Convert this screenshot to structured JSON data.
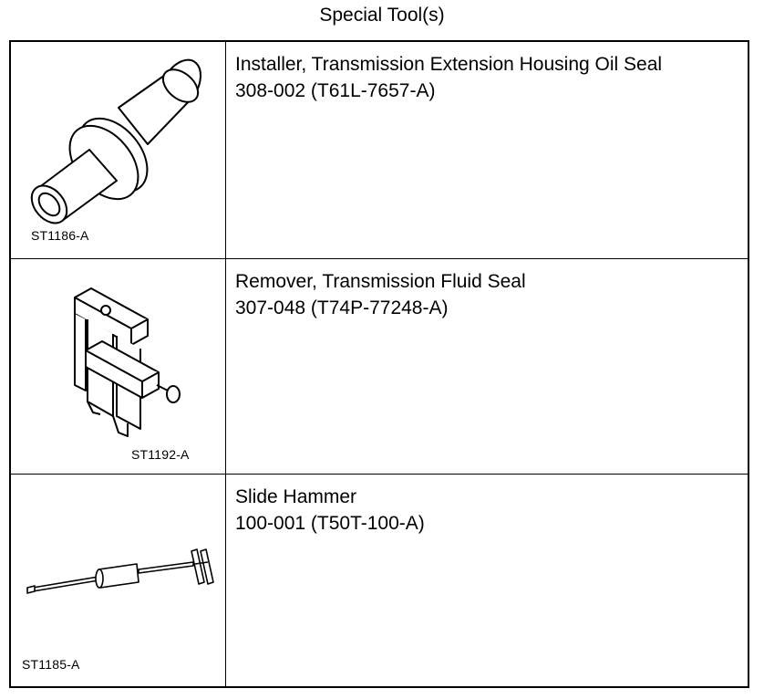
{
  "title": "Special Tool(s)",
  "tools": [
    {
      "icon": "oil-seal-installer-drawing",
      "code": "ST1186-A",
      "name": "Installer, Transmission Extension Housing Oil Seal",
      "number": "308-002 (T61L-7657-A)"
    },
    {
      "icon": "fluid-seal-remover-drawing",
      "code": "ST1192-A",
      "name": "Remover, Transmission Fluid Seal",
      "number": "307-048 (T74P-77248-A)"
    },
    {
      "icon": "slide-hammer-drawing",
      "code": "ST1185-A",
      "name": "Slide Hammer",
      "number": "100-001 (T50T-100-A)"
    }
  ]
}
